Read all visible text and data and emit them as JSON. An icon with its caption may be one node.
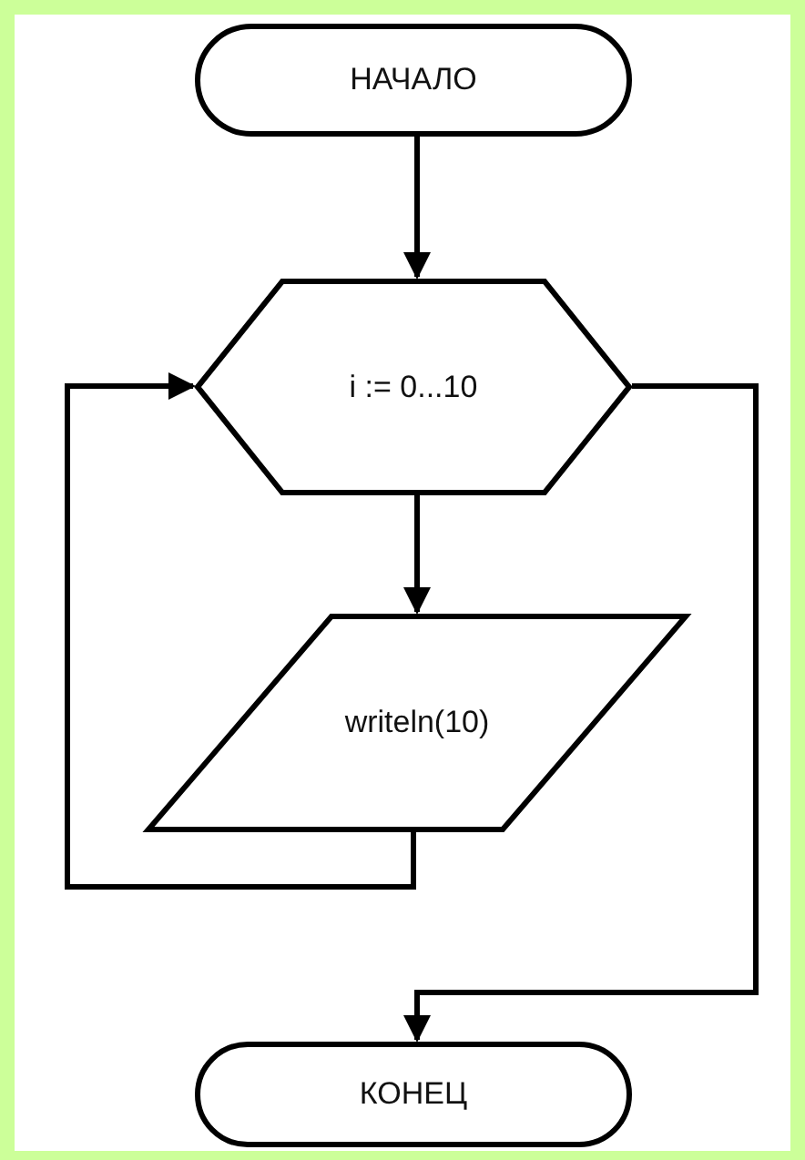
{
  "diagram": {
    "nodes": [
      {
        "text": [
          "НАЧАЛО"
        ]
      },
      {
        "text": [
          "i := 0...10"
        ]
      },
      {
        "text": [
          "writeln(10)"
        ]
      },
      {
        "text": [
          "КОНЕЦ"
        ]
      }
    ],
    "edges": [
      {
        "from": 0,
        "to": 1,
        "arrow": "to"
      },
      {
        "from": 1,
        "to": 2,
        "arrow": "to"
      },
      {
        "from": 2,
        "to": 1,
        "arrow": "to"
      },
      {
        "from": 1,
        "to": 3,
        "arrow": "to"
      }
    ]
  }
}
